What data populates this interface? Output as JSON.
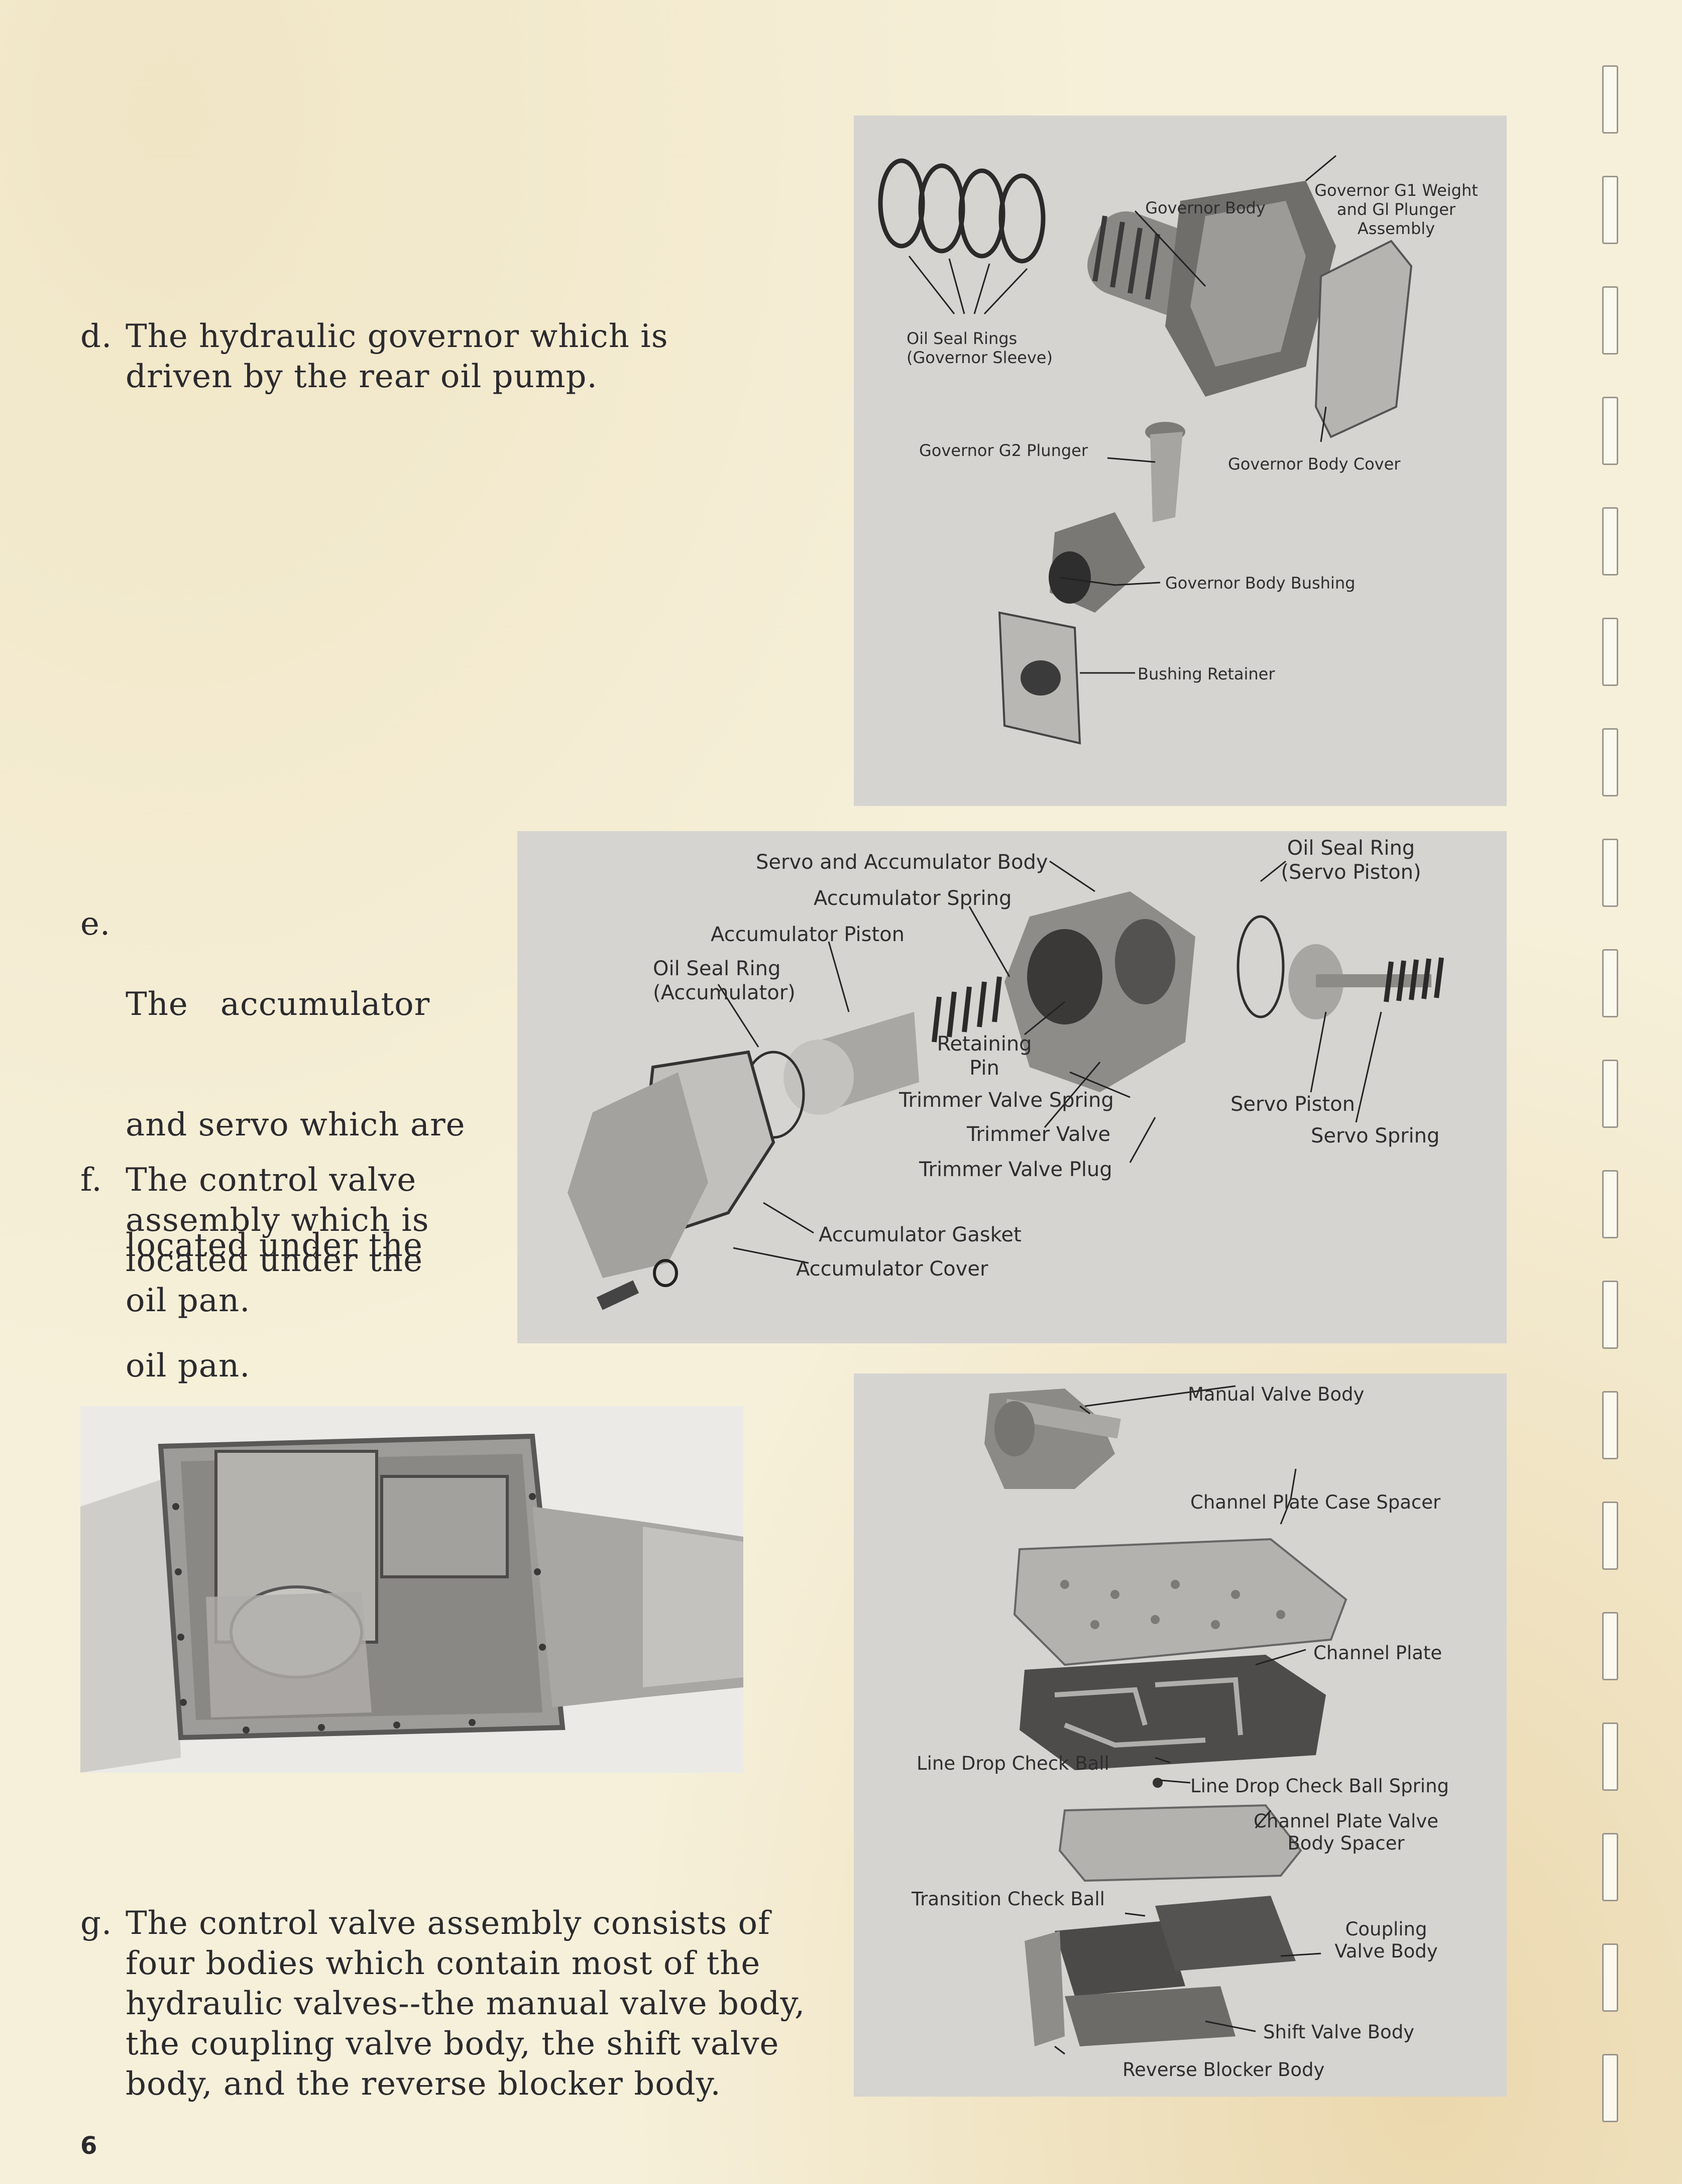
{
  "paragraphs": {
    "d": {
      "label": "d.",
      "lines": [
        "The hydraulic governor which is",
        "driven by the rear oil pump."
      ]
    },
    "e": {
      "label": "e.",
      "lines": [
        "The   accumulator",
        "and servo which are",
        "located under the",
        "oil pan."
      ]
    },
    "f": {
      "label": "f.",
      "lines": [
        "The control valve",
        "assembly which is",
        "located under the",
        "oil pan."
      ]
    },
    "g": {
      "label": "g.",
      "lines": [
        "The control valve assembly consists of",
        "four bodies which contain most of the",
        "hydraulic valves--the manual valve body,",
        "the coupling valve body, the shift valve",
        "body, and the reverse blocker body."
      ]
    }
  },
  "governor_figure": {
    "governor_body": "Governor Body",
    "g1_weight": [
      "Governor G1 Weight",
      "and Gl Plunger",
      "Assembly"
    ],
    "oil_seal_rings": [
      "Oil Seal Rings",
      "(Governor Sleeve)"
    ],
    "g2_plunger": "Governor G2 Plunger",
    "body_cover": "Governor Body Cover",
    "body_bushing": "Governor Body Bushing",
    "bushing_retainer": "Bushing Retainer"
  },
  "servo_figure": {
    "servo_body": "Servo and Accumulator Body",
    "accumulator_spring": "Accumulator Spring",
    "accumulator_piston": "Accumulator Piston",
    "oil_seal_ring_acc": [
      "Oil Seal Ring",
      "(Accumulator)"
    ],
    "oil_seal_ring_servo": [
      "Oil Seal Ring",
      "(Servo Piston)"
    ],
    "retaining_pin": [
      "Retaining",
      "Pin"
    ],
    "trimmer_spring": "Trimmer Valve Spring",
    "trimmer_valve": "Trimmer Valve",
    "trimmer_plug": "Trimmer Valve Plug",
    "servo_piston": "Servo Piston",
    "servo_spring": "Servo Spring",
    "accumulator_gasket": "Accumulator Gasket",
    "accumulator_cover": "Accumulator Cover"
  },
  "valve_figure": {
    "manual_valve_body": "Manual Valve Body",
    "case_spacer": "Channel Plate Case Spacer",
    "channel_plate": "Channel Plate",
    "line_drop_ball": "Line Drop Check Ball",
    "line_drop_spring": "Line Drop Check Ball Spring",
    "valve_body_spacer": [
      "Channel Plate Valve",
      "Body Spacer"
    ],
    "transition_ball": "Transition Check Ball",
    "coupling_body": [
      "Coupling",
      "Valve Body"
    ],
    "shift_body": "Shift Valve Body",
    "reverse_blocker": "Reverse Blocker Body"
  },
  "page_number": "6"
}
